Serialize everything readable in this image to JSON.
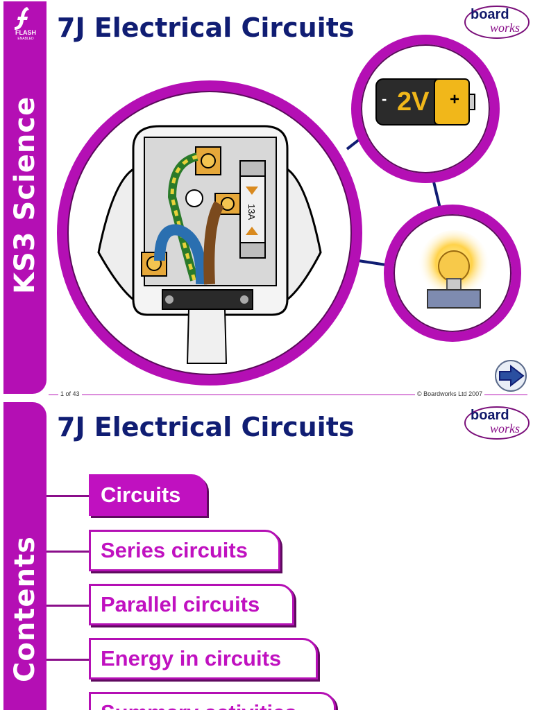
{
  "slide1": {
    "sidebar_label": "KS3 Science",
    "flash_badge": "FLASH",
    "flash_sub": "ENABLED",
    "title": "7J Electrical Circuits",
    "logo_top": "board",
    "logo_bottom": "works",
    "battery_label": "2V",
    "battery_minus": "-",
    "battery_plus": "+",
    "fuse_label": "13A",
    "page_number": "1 of 43",
    "copyright": "© Boardworks Ltd 2007"
  },
  "slide2": {
    "sidebar_label": "Contents",
    "title": "7J Electrical Circuits",
    "logo_top": "board",
    "logo_bottom": "works",
    "menu": [
      {
        "label": "Circuits",
        "active": true
      },
      {
        "label": "Series circuits",
        "active": false
      },
      {
        "label": "Parallel circuits",
        "active": false
      },
      {
        "label": "Energy in circuits",
        "active": false
      },
      {
        "label": "Summary activities",
        "active": false
      }
    ]
  },
  "colors": {
    "accent": "#b40fb4",
    "title": "#101d73",
    "menu_text": "#c011c0"
  },
  "icons": [
    "flash-icon",
    "next-arrow-icon",
    "plug-icon",
    "battery-icon",
    "bulb-icon"
  ]
}
